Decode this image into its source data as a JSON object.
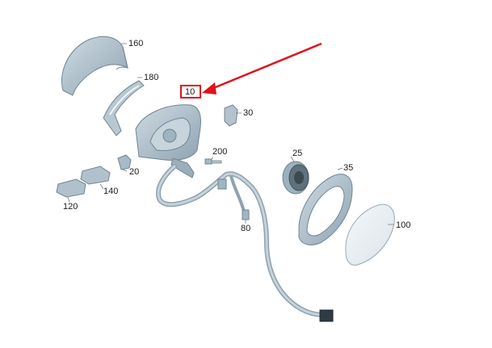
{
  "diagram": {
    "accent_color": "#e0121a",
    "part_fill": "#a9bcc8",
    "part_stroke": "#6f8593",
    "glass_fill": "#e9eef2",
    "callouts": [
      {
        "id": "p160",
        "label": "160"
      },
      {
        "id": "p180",
        "label": "180"
      },
      {
        "id": "p10",
        "label": "10",
        "highlighted": true
      },
      {
        "id": "p30",
        "label": "30"
      },
      {
        "id": "p200",
        "label": "200"
      },
      {
        "id": "p25",
        "label": "25"
      },
      {
        "id": "p35",
        "label": "35"
      },
      {
        "id": "p20",
        "label": "20"
      },
      {
        "id": "p140",
        "label": "140"
      },
      {
        "id": "p120",
        "label": "120"
      },
      {
        "id": "p80",
        "label": "80"
      },
      {
        "id": "p100",
        "label": "100"
      }
    ]
  }
}
